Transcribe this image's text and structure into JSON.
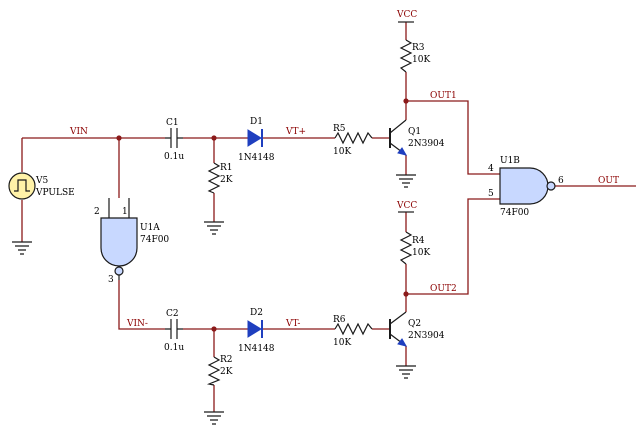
{
  "colors": {
    "wire": "#8b1a1a",
    "gate_fill": "#c8d8ff",
    "diode": "#1f3fbf",
    "source_fill": "#fff2a8"
  },
  "source": {
    "ref": "V5",
    "value": "VPULSE",
    "icon": "pulse-source-icon"
  },
  "nets": {
    "vin": "VIN",
    "vin_neg": "VIN-",
    "vt_pos": "VT+",
    "vt_neg": "VT-",
    "out1": "OUT1",
    "out2": "OUT2",
    "out": "OUT"
  },
  "power": {
    "vcc_top": "VCC",
    "vcc_bottom": "VCC"
  },
  "capacitors": [
    {
      "ref": "C1",
      "value": "0.1u"
    },
    {
      "ref": "C2",
      "value": "0.1u"
    }
  ],
  "resistors": [
    {
      "ref": "R1",
      "value": "2K"
    },
    {
      "ref": "R2",
      "value": "2K"
    },
    {
      "ref": "R3",
      "value": "10K"
    },
    {
      "ref": "R4",
      "value": "10K"
    },
    {
      "ref": "R5",
      "value": "10K"
    },
    {
      "ref": "R6",
      "value": "10K"
    }
  ],
  "diodes": [
    {
      "ref": "D1",
      "value": "1N4148"
    },
    {
      "ref": "D2",
      "value": "1N4148"
    }
  ],
  "transistors": [
    {
      "ref": "Q1",
      "value": "2N3904"
    },
    {
      "ref": "Q2",
      "value": "2N3904"
    }
  ],
  "gates": [
    {
      "ref": "U1A",
      "value": "74F00",
      "pins": [
        "2",
        "1",
        "3"
      ]
    },
    {
      "ref": "U1B",
      "value": "74F00",
      "pins": [
        "4",
        "5",
        "6"
      ]
    }
  ]
}
